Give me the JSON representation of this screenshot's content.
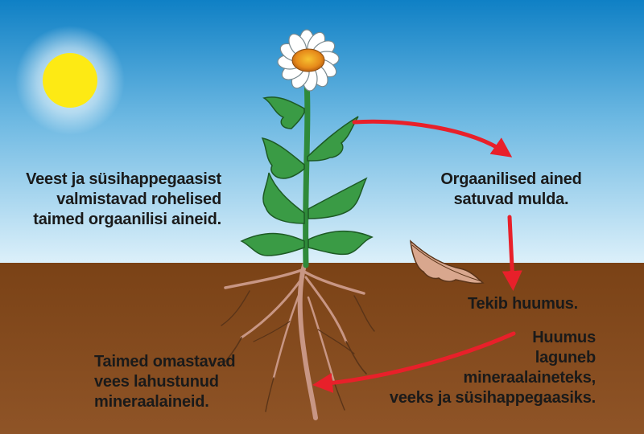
{
  "colors": {
    "sky_top": "#0d7fc4",
    "sky_bottom": "#d9eef8",
    "soil_top": "#7a4216",
    "soil_bottom": "#8d5326",
    "arrow": "#e8202a",
    "sun": "#fdea14",
    "leaf": "#3a9b45",
    "root": "#c89684"
  },
  "labels": {
    "photosynthesis": [
      "Veest ja süsihappegaasist",
      "valmistavad rohelised",
      "taimed orgaanilisi aineid."
    ],
    "organic_to_soil": [
      "Orgaanilised ained",
      "satuvad mulda."
    ],
    "humus_forms": [
      "Tekib huumus."
    ],
    "humus_decomposes": [
      "Huumus",
      "laguneb",
      "mineraalaineteks,",
      "veeks ja süsihappegaasiks."
    ],
    "plants_absorb": [
      "Taimed omastavad",
      "vees lahustunud",
      "mineraalaineid."
    ]
  },
  "icons": [
    "sun-icon",
    "daisy-flower-icon",
    "fallen-leaf-icon",
    "arrow-icon"
  ]
}
